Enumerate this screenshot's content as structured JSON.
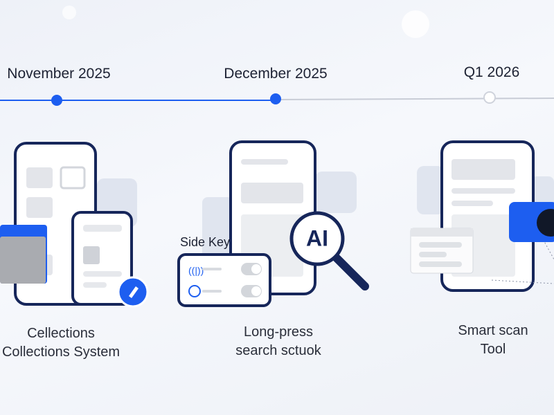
{
  "timeline": [
    {
      "date": "November 2025",
      "status": "done",
      "caption_lines": [
        "Cellections",
        "Collections System"
      ]
    },
    {
      "date": "December 2025",
      "status": "current",
      "caption_lines": [
        "Long-press",
        "search sctuok"
      ]
    },
    {
      "date": "Q1 2026",
      "status": "upcoming",
      "caption_lines": [
        "Smart scan",
        "Tool"
      ]
    }
  ],
  "illustrations": {
    "side_key_label": "Side Key",
    "ai_badge": "AI"
  },
  "colors": {
    "accent": "#1d5ef0",
    "navy": "#16265a",
    "inactive_line": "#c8ccd6"
  }
}
